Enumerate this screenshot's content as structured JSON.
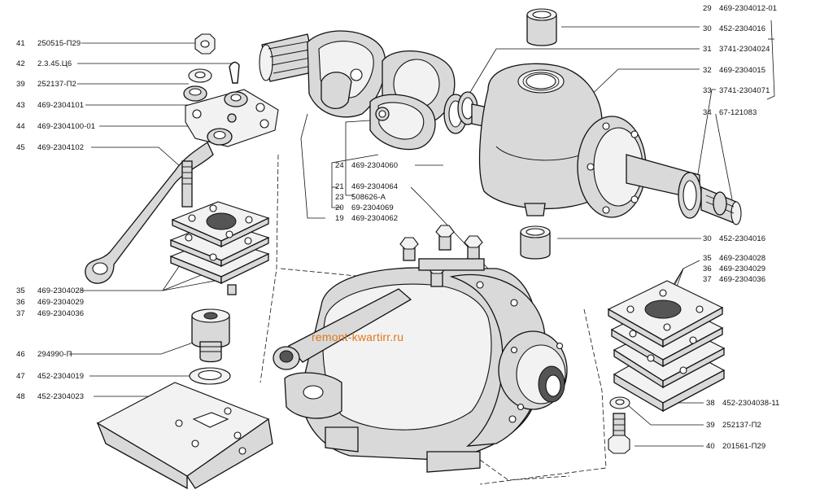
{
  "watermark": "remont-kwartirr.ru",
  "left_labels": [
    {
      "num": "41",
      "code": "250515-П29"
    },
    {
      "num": "42",
      "code": "2.3.45.Ц6"
    },
    {
      "num": "39",
      "code": "252137-П2"
    },
    {
      "num": "43",
      "code": "469-2304101"
    },
    {
      "num": "44",
      "code": "469-2304100-01"
    },
    {
      "num": "45",
      "code": "469-2304102"
    },
    {
      "num": "35",
      "code": "469-2304028"
    },
    {
      "num": "36",
      "code": "469-2304029"
    },
    {
      "num": "37",
      "code": "469-2304036"
    },
    {
      "num": "46",
      "code": "294990-П"
    },
    {
      "num": "47",
      "code": "452-2304019"
    },
    {
      "num": "48",
      "code": "452-2304023"
    }
  ],
  "center_labels": [
    {
      "num": "24",
      "code": "469-2304060"
    },
    {
      "num": "21",
      "code": "469-2304064"
    },
    {
      "num": "23",
      "code": "508626-А"
    },
    {
      "num": "20",
      "code": "69-2304069"
    },
    {
      "num": "19",
      "code": "469-2304062"
    }
  ],
  "right_top_labels": [
    {
      "num": "29",
      "code": "469-2304012-01"
    },
    {
      "num": "30",
      "code": "452-2304016"
    },
    {
      "num": "31",
      "code": "3741-2304024"
    },
    {
      "num": "32",
      "code": "469-2304015"
    },
    {
      "num": "33",
      "code": "3741-2304071"
    },
    {
      "num": "34",
      "code": "67-121083"
    }
  ],
  "right_mid_labels": [
    {
      "num": "30",
      "code": "452-2304016"
    },
    {
      "num": "35",
      "code": "469-2304028"
    },
    {
      "num": "36",
      "code": "469-2304029"
    },
    {
      "num": "37",
      "code": "469-2304036"
    }
  ],
  "right_bottom_labels": [
    {
      "num": "38",
      "code": "452-2304038-11"
    },
    {
      "num": "39",
      "code": "252137-П2"
    },
    {
      "num": "40",
      "code": "201561-П29"
    }
  ]
}
